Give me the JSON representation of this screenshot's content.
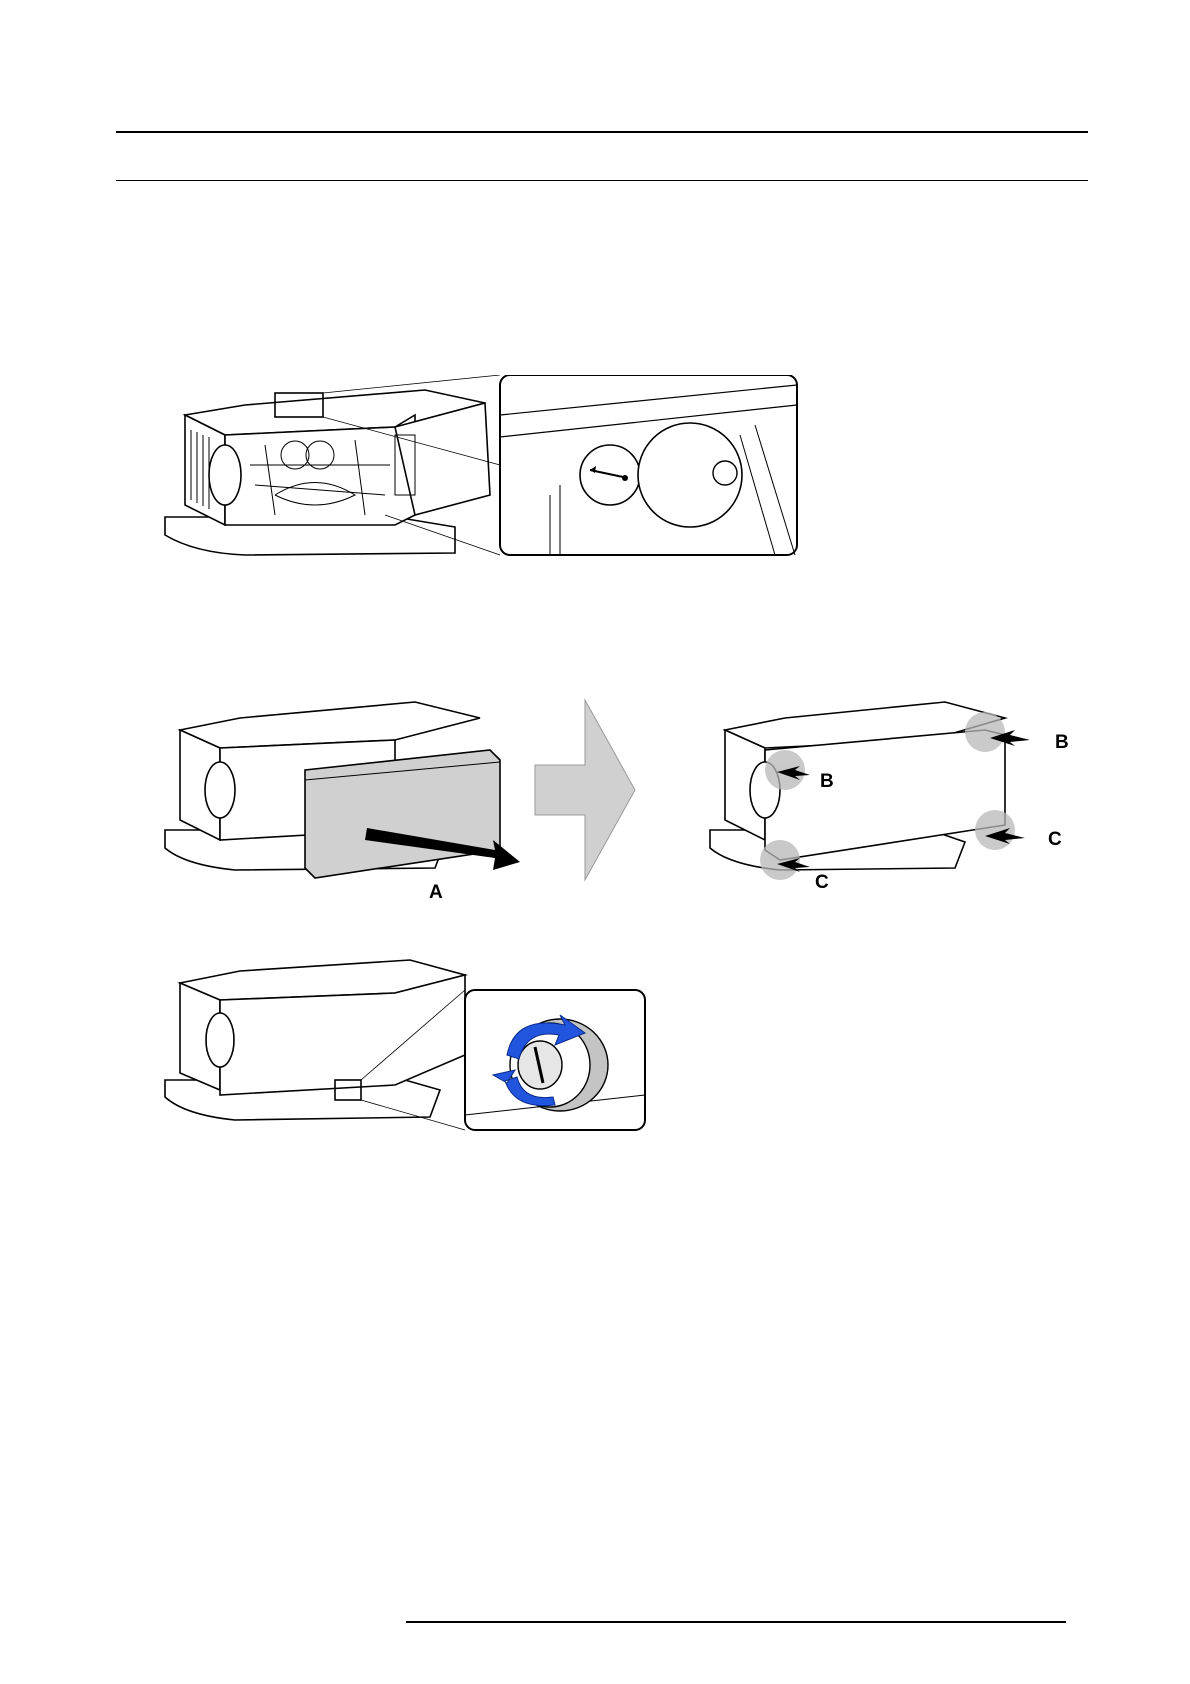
{
  "figures": {
    "detail": {
      "name": "projector-side-panel-removed-with-detail-view"
    },
    "step": {
      "name": "projector-side-cover-mounting",
      "labels": {
        "a": "A",
        "b1": "B",
        "b2": "B",
        "c1": "C",
        "c2": "C"
      }
    },
    "lock": {
      "name": "projector-side-cover-lock-detail"
    }
  },
  "colors": {
    "arrow_blue": "#2255dd",
    "panel_grey": "#d0d0d0",
    "highlight_grey": "#b8b8b8"
  }
}
